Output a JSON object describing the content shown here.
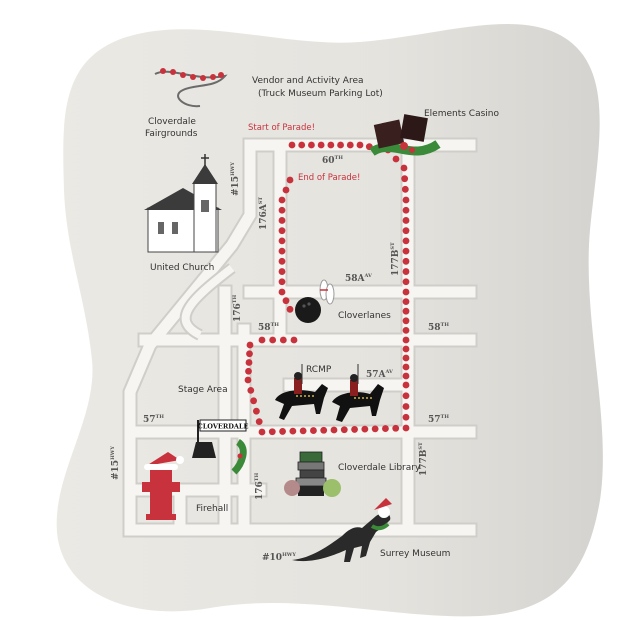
{
  "colors": {
    "land": "#e6e4df",
    "road": "#f5f4f1",
    "road_edge": "#cfcdc8",
    "parade": "#c8323c"
  },
  "labels": {
    "vendor_line1": "Vendor and Activity Area",
    "vendor_line2": "(Truck Museum Parking Lot)",
    "fairgrounds_line1": "Cloverdale",
    "fairgrounds_line2": "Fairgrounds",
    "casino": "Elements Casino",
    "start": "Start of Parade!",
    "end": "End of Parade!",
    "church": "United Church",
    "cloverlanes": "Cloverlanes",
    "rcmp": "RCMP",
    "stage": "Stage Area",
    "library": "Cloverdale Library",
    "firehall": "Firehall",
    "museum": "Surrey Museum",
    "sign": "CLOVERDALE"
  },
  "streets": {
    "s60": {
      "num": "60",
      "suf": "TH"
    },
    "s58a": {
      "num": "58A",
      "suf": "AV"
    },
    "s58_left": {
      "num": "58",
      "suf": "TH"
    },
    "s58_right": {
      "num": "58",
      "suf": "TH"
    },
    "s57a": {
      "num": "57A",
      "suf": "AV"
    },
    "s57_left": {
      "num": "57",
      "suf": "TH"
    },
    "s57_right": {
      "num": "57",
      "suf": "TH"
    },
    "hwy15_top": {
      "num": "#15",
      "suf": "HWY"
    },
    "hwy15_bot": {
      "num": "#15",
      "suf": "HWY"
    },
    "hwy10": {
      "num": "#10",
      "suf": "HWY"
    },
    "s176a": {
      "num": "176A",
      "suf": "ST"
    },
    "s176_top": {
      "num": "176",
      "suf": "TH"
    },
    "s176_bot": {
      "num": "176",
      "suf": "TH"
    },
    "s177b_top": {
      "num": "177B",
      "suf": "ST"
    },
    "s177b_bot": {
      "num": "177B",
      "suf": "ST"
    }
  },
  "icons": {
    "fairgrounds": "christmas-lights-icon",
    "casino": "gift-boxes-icon",
    "church": "church-icon",
    "bowling": "bowling-icon",
    "rcmp": "mounted-police-icon",
    "sign": "cloverdale-sign-icon",
    "library": "books-icon",
    "firehall": "fire-hydrant-icon",
    "museum": "dinosaur-skeleton-icon"
  }
}
